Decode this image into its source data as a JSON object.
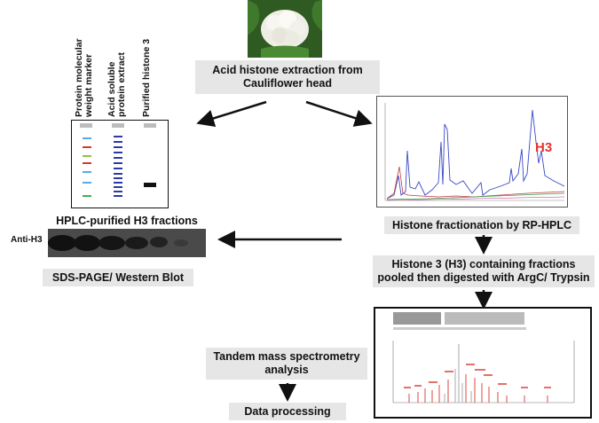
{
  "steps": {
    "extraction": "Acid histone extraction from\nCauliflower head",
    "hplc": "Histone fractionation by RP-HPLC",
    "pooling": "Histone 3 (H3) containing fractions\npooled then digested with ArgC/ Trypsin",
    "ms": "Tandem mass spectrometry\nanalysis",
    "processing": "Data processing",
    "western": "SDS-PAGE/ Western Blot",
    "hplc_fractions": "HPLC-purified H3 fractions"
  },
  "gel": {
    "lane_labels": [
      "Protein molecular\nweight marker",
      "Acid soluble\nprotein extract",
      "Purified histone 3"
    ]
  },
  "blot": {
    "antibody_label": "Anti-H3"
  },
  "chromatogram": {
    "peak_label": "H3"
  },
  "colors": {
    "box_bg": "#e6e6e6",
    "h3_label": "#e8322a",
    "chrom_trace": "#3b48c8",
    "ms_peaks": "#d9362e"
  }
}
